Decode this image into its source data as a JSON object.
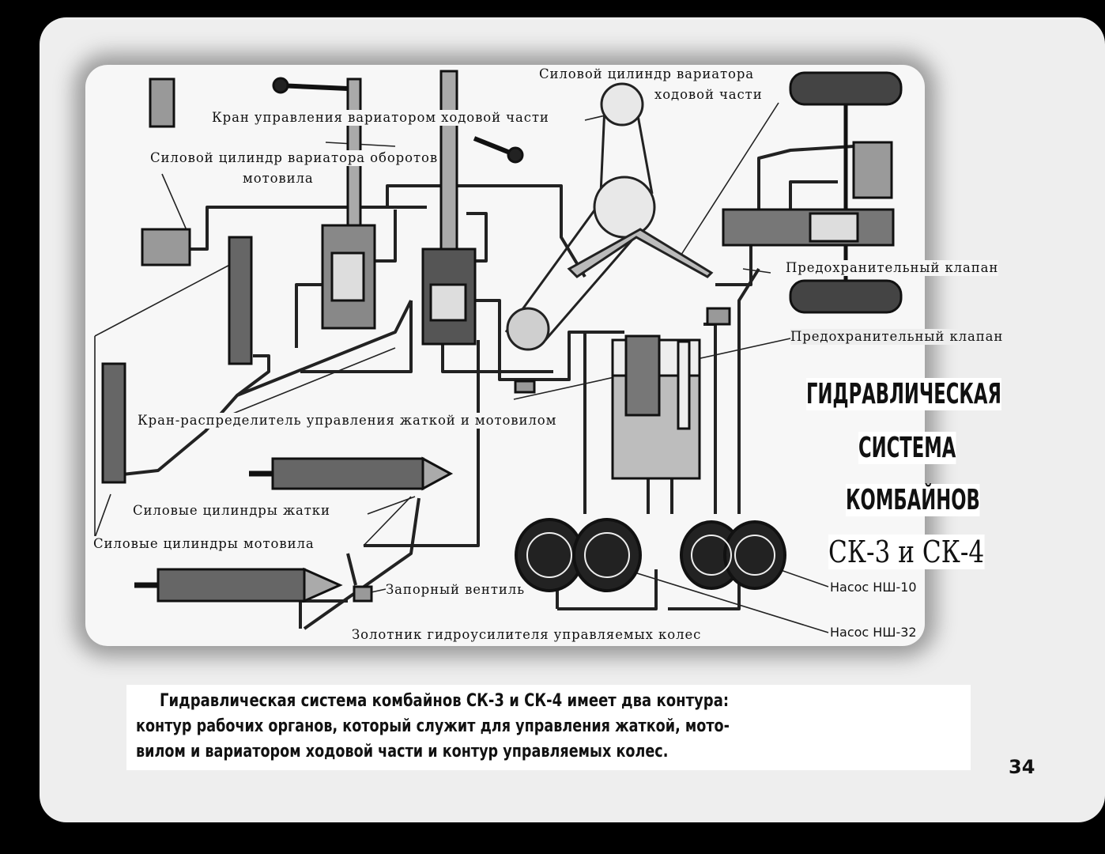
{
  "title": {
    "line1": "ГИДРАВЛИЧЕСКАЯ",
    "line2": "СИСТЕМА",
    "line3": "КОМБАЙНОВ",
    "line4": "СК-3 и СК-4"
  },
  "labels": {
    "variator_drive_cylinder_1": "Силовой цилиндр вариатора",
    "variator_drive_cylinder_2": "ходовой части",
    "variator_drive_valve": "Кран управления вариатором ходовой части",
    "reel_variator_cylinder_1": "Силовой цилиндр вариатора оборотов",
    "reel_variator_cylinder_2": "мотовила",
    "relief_valve_1": "Предохранительный клапан",
    "relief_valve_2": "Предохранительный клапан",
    "distributor": "Кран-распределитель управления жаткой и мотовилом",
    "header_cylinders": "Силовые цилиндры жатки",
    "reel_cylinders": "Силовые цилиндры мотовила",
    "shutoff_valve": "Запорный вентиль",
    "steering_spool": "Золотник гидроусилителя управляемых колес",
    "pump_nsh10": "Насос НШ-10",
    "pump_nsh32": "Насос НШ-32"
  },
  "caption": {
    "line1": "Гидравлическая система комбайнов СК-3 и СК-4 имеет два контура:",
    "line2": "контур рабочих органов, который служит для управления жаткой, мото-",
    "line3": "вилом и вариатором ходовой части и контур управляемых колес."
  },
  "page_number": "34",
  "colors": {
    "background": "#000000",
    "slide": "#eeeeee",
    "panel": "#f7f7f7",
    "ink": "#111111"
  }
}
